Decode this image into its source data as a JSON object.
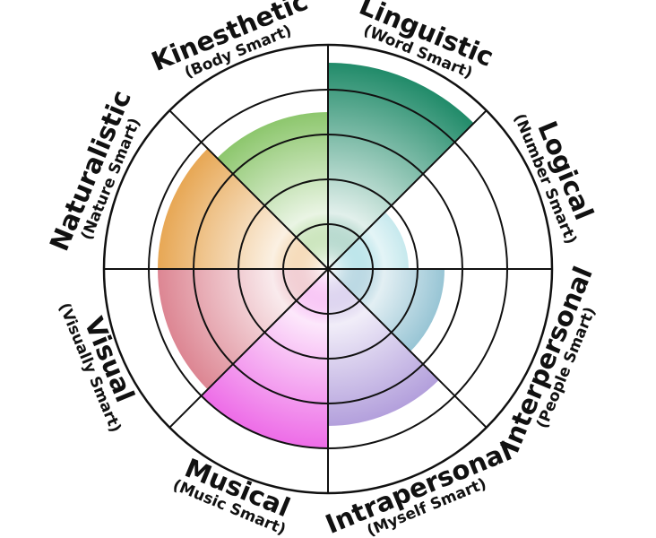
{
  "chart_data": {
    "type": "radial-wedge",
    "scale_max": 5,
    "rings": 5,
    "segments": [
      {
        "name": "Linguistic",
        "subtitle": "(Word Smart)",
        "value": 4.6,
        "color": "#0a7f5a"
      },
      {
        "name": "Logical",
        "subtitle": "(Number Smart)",
        "value": 1.8,
        "color": "#1ba6b8"
      },
      {
        "name": "Interpersonal",
        "subtitle": "(People Smart)",
        "value": 2.6,
        "color": "#137a9e"
      },
      {
        "name": "Intrapersonal",
        "subtitle": "(Myself Smart)",
        "value": 3.5,
        "color": "#8a6cc9"
      },
      {
        "name": "Musical",
        "subtitle": "(Music Smart)",
        "value": 4.0,
        "color": "#e83fe0"
      },
      {
        "name": "Visual",
        "subtitle": "(Visually Smart)",
        "value": 3.8,
        "color": "#cf5668"
      },
      {
        "name": "Naturalistic",
        "subtitle": "(Nature Smart)",
        "value": 3.8,
        "color": "#de8512"
      },
      {
        "name": "Kinesthetic",
        "subtitle": "(Body Smart)",
        "value": 3.5,
        "color": "#4fa81e"
      }
    ]
  }
}
